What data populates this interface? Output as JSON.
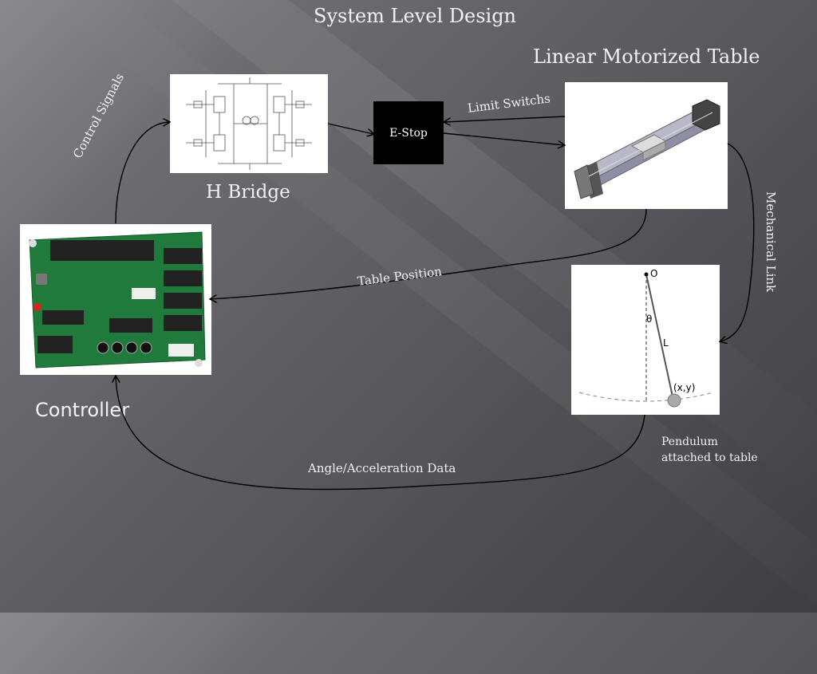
{
  "title": "System Level Design",
  "nodes": {
    "linear_table": "Linear Motorized Table",
    "h_bridge": "H Bridge",
    "controller": "Controller",
    "estop": "E-Stop",
    "pendulum_line1": "Pendulum",
    "pendulum_line2": "attached to table"
  },
  "edges": {
    "control_signals": "Control Signals",
    "limit_switches": "Limit Switchs",
    "table_position": "Table Position",
    "mechanical_link": "Mechanical Link",
    "angle_data": "Angle/Acceleration Data"
  },
  "pendulum_figure": {
    "origin": "O",
    "angle": "θ",
    "length": "L",
    "position": "(x,y)"
  },
  "colors": {
    "background": "#5e5e62",
    "text": "#f2f2f2",
    "estop_fill": "#000000"
  }
}
